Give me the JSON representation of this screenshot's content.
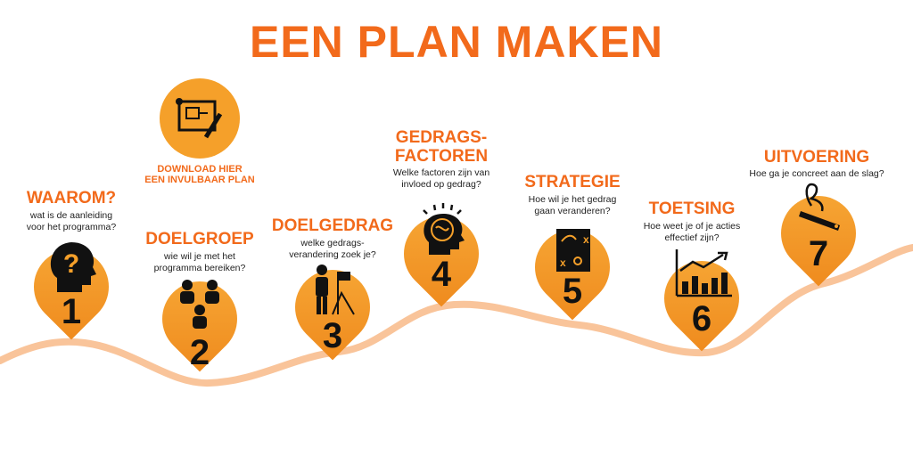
{
  "title": "EEN PLAN MAKEN",
  "download": {
    "line1": "DOWNLOAD HIER",
    "line2": "EEN INVULBAAR PLAN",
    "icon": "blueprint-pencil-icon"
  },
  "colors": {
    "accent": "#f26a1b",
    "pin": "#f5a02a",
    "wave": "#f9c49a"
  },
  "steps": [
    {
      "number": "1",
      "heading": "WAAROM?",
      "desc1": "wat is de aanleiding",
      "desc2": "voor het programma?",
      "icon": "head-question-icon"
    },
    {
      "number": "2",
      "heading": "DOELGROEP",
      "desc1": "wie wil je met het",
      "desc2": "programma bereiken?",
      "icon": "people-group-icon"
    },
    {
      "number": "3",
      "heading": "DOELGEDRAG",
      "desc1": "welke gedrags-",
      "desc2": "verandering zoek je?",
      "icon": "person-target-icon"
    },
    {
      "number": "4",
      "heading1": "GEDRAGS-",
      "heading2": "FACTOREN",
      "desc1": "Welke factoren zijn van",
      "desc2": "invloed op gedrag?",
      "icon": "brain-head-icon"
    },
    {
      "number": "5",
      "heading": "STRATEGIE",
      "desc1": "Hoe wil je het gedrag",
      "desc2": "gaan veranderen?",
      "icon": "strategy-board-icon"
    },
    {
      "number": "6",
      "heading": "TOETSING",
      "desc1": "Hoe weet je of je acties",
      "desc2": "effectief zijn?",
      "icon": "bar-chart-growth-icon"
    },
    {
      "number": "7",
      "heading": "UITVOERING",
      "desc1": "Hoe ga je concreet aan de slag?",
      "icon": "pencil-scribble-icon"
    }
  ]
}
